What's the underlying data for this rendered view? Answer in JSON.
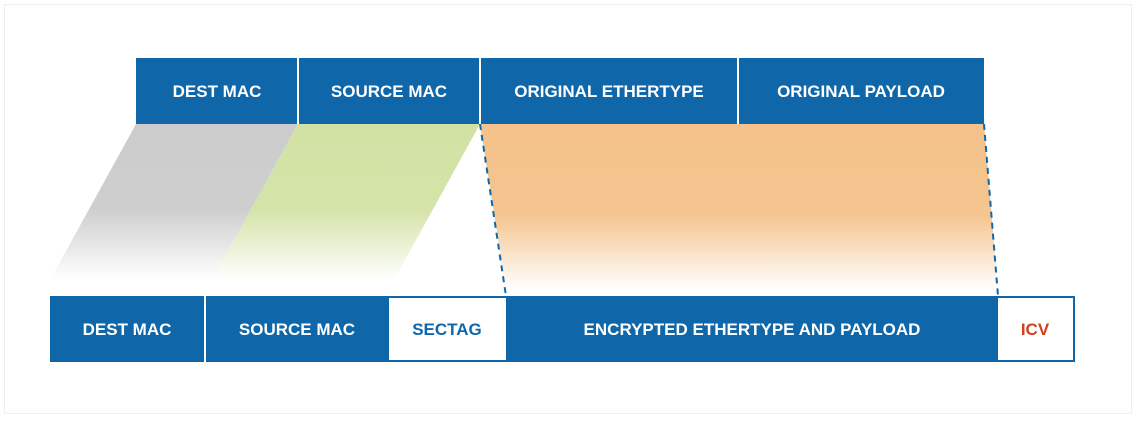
{
  "colors": {
    "frame_blue": "#0f67a9",
    "divider": "#ffffff",
    "text_on_blue": "#ffffff",
    "sectag_text": "#0f67a9",
    "icv_text": "#d0401f",
    "dest_band": "#cccccc",
    "source_band": "#d2e2a4",
    "payload_band": "#f4c28a",
    "dashed_line": "#0f67a9"
  },
  "original_frame": {
    "fields": [
      {
        "label": "DEST MAC"
      },
      {
        "label": "SOURCE MAC"
      },
      {
        "label": "ORIGINAL ETHERTYPE"
      },
      {
        "label": "ORIGINAL PAYLOAD"
      }
    ]
  },
  "macsec_frame": {
    "fields": [
      {
        "label": "DEST MAC"
      },
      {
        "label": "SOURCE MAC"
      },
      {
        "label": "SECTAG"
      },
      {
        "label": "ENCRYPTED ETHERTYPE AND PAYLOAD"
      },
      {
        "label": "ICV"
      }
    ]
  }
}
